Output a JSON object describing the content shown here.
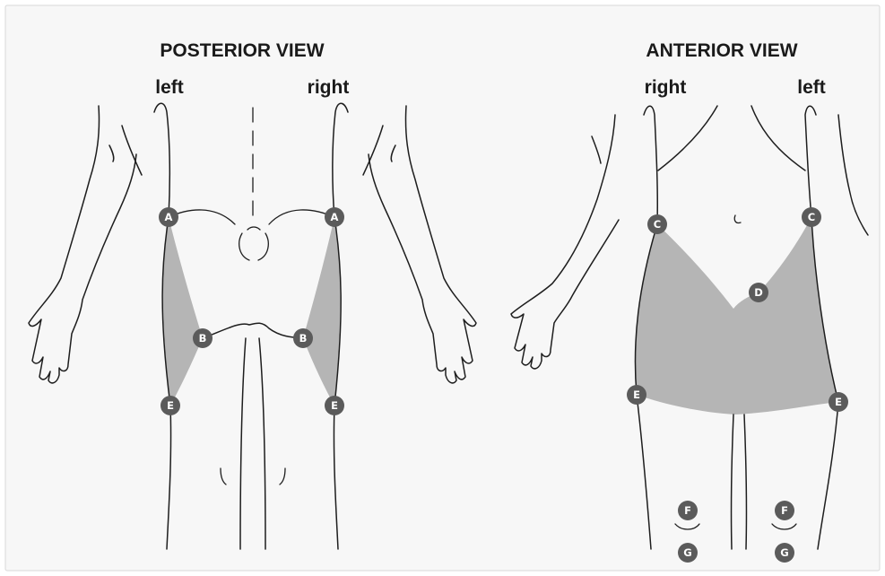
{
  "colors": {
    "background": "#f7f7f7",
    "frame": "#d8d8d8",
    "outline": "#1e1e1e",
    "shaded_region": "#b5b5b5",
    "marker_fill": "#5b5b5b",
    "marker_text": "#ffffff"
  },
  "posterior": {
    "title": "POSTERIOR VIEW",
    "left_label": "left",
    "right_label": "right",
    "markers": [
      "A",
      "A",
      "B",
      "B",
      "E",
      "E"
    ]
  },
  "anterior": {
    "title": "ANTERIOR VIEW",
    "right_label": "right",
    "left_label": "left",
    "markers": [
      "C",
      "C",
      "D",
      "E",
      "E",
      "F",
      "F",
      "G",
      "G"
    ]
  }
}
